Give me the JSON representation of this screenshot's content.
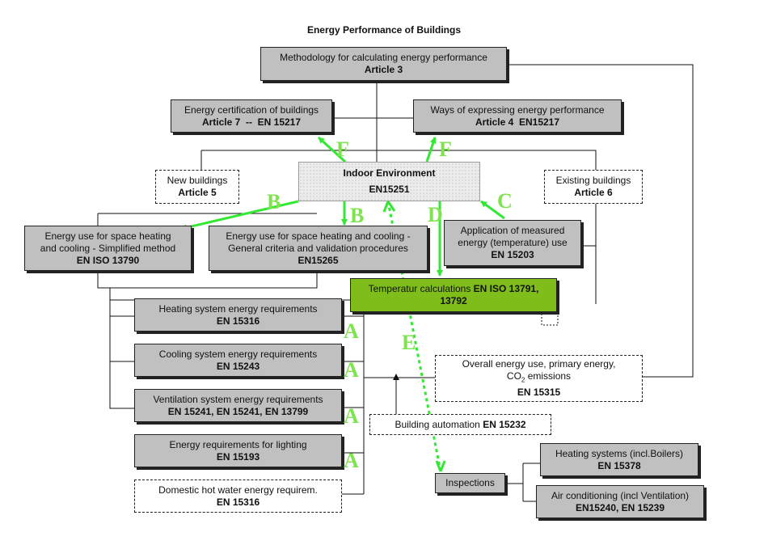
{
  "title": "Energy Performance of Buildings",
  "boxes": {
    "methodology": {
      "line1": "Methodology for calculating energy performance",
      "line2": "Article 3"
    },
    "certification": {
      "line1": "Energy certification of buildings",
      "line2": "Article 7  --  EN 15217"
    },
    "ways": {
      "line1": "Ways of expressing energy performance",
      "line2": "Article 4  EN15217"
    },
    "indoor": {
      "line1": "Indoor Environment",
      "line2": "EN15251"
    },
    "new_buildings": {
      "line1": "New buildings",
      "line2": "Article 5"
    },
    "existing_buildings": {
      "line1": "Existing buildings",
      "line2": "Article 6"
    },
    "simplified": {
      "line1": "Energy use for space heating",
      "line2": "and cooling - Simplified method",
      "line3": "EN ISO 13790"
    },
    "general_criteria": {
      "line1": "Energy use for space heating and cooling -",
      "line2": "General criteria and validation procedures",
      "line3": "EN15265"
    },
    "measured": {
      "line1": "Application of measured",
      "line2": "energy (temperature) use",
      "line3": "EN 15203"
    },
    "temperature_calc": {
      "line1a": "Temperatur calculations ",
      "line1b": "EN ISO 13791,",
      "line2": "13792"
    },
    "heating_system": {
      "line1": "Heating system energy requirements",
      "line2": "EN 15316"
    },
    "cooling_system": {
      "line1": "Cooling system energy requirements",
      "line2": "EN 15243"
    },
    "ventilation_system": {
      "line1": "Ventilation system energy requirements",
      "line2": "EN 15241, EN 15241, EN 13799"
    },
    "lighting": {
      "line1": "Energy requirements for lighting",
      "line2": "EN 15193"
    },
    "hot_water": {
      "line1": "Domestic hot water energy requirem.",
      "line2": "EN 15316"
    },
    "overall": {
      "line1": "Overall energy use, primary energy,",
      "line2a": "CO",
      "line2sub": "2",
      "line2b": " emissions",
      "line3": "EN 15315"
    },
    "automation": {
      "line1a": "Building automation ",
      "line1b": "EN 15232"
    },
    "inspections": {
      "line1": "Inspections"
    },
    "heating_systems": {
      "line1": "Heating systems (incl.Boilers)",
      "line2": "EN 15378"
    },
    "air_conditioning": {
      "line1": "Air conditioning (incl Ventilation)",
      "line2": "EN15240, EN 15239"
    }
  },
  "link_labels": {
    "f1": "F",
    "f2": "F",
    "b1": "B",
    "b2": "B",
    "c": "C",
    "d": "D",
    "e": "E",
    "a1": "A",
    "a2": "A",
    "a3": "A",
    "a4": "A"
  },
  "colors": {
    "link_green": "#33e833",
    "label_green": "#7de34e",
    "temperature_box": "#7fbd1a",
    "box_grey": "#c0c0c0"
  }
}
